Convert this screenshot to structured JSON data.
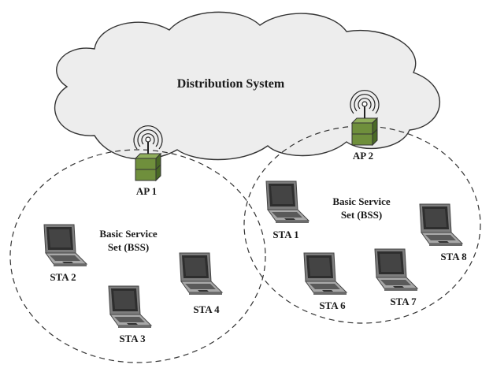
{
  "cloud": {
    "label": "Distribution System",
    "fill": "#ececec",
    "stroke": "#333333"
  },
  "access_points": [
    {
      "label": "AP 1",
      "icon": "access-point-icon"
    },
    {
      "label": "AP 2",
      "icon": "access-point-icon"
    }
  ],
  "bss_left": {
    "label_line1": "Basic Service",
    "label_line2": "Set (BSS)",
    "stations": [
      {
        "label": "STA 2",
        "icon": "laptop-icon"
      },
      {
        "label": "STA 3",
        "icon": "laptop-icon"
      },
      {
        "label": "STA 4",
        "icon": "laptop-icon"
      }
    ]
  },
  "bss_right": {
    "label_line1": "Basic Service",
    "label_line2": "Set (BSS)",
    "stations": [
      {
        "label": "STA 1",
        "icon": "laptop-icon"
      },
      {
        "label": "STA 6",
        "icon": "laptop-icon"
      },
      {
        "label": "STA 7",
        "icon": "laptop-icon"
      },
      {
        "label": "STA 8",
        "icon": "laptop-icon"
      }
    ]
  },
  "colors": {
    "ap_green": "#6b8a3a",
    "ap_dark": "#3e5a1e",
    "laptop_body": "#8a8a8a",
    "laptop_screen": "#2a2a2a"
  }
}
